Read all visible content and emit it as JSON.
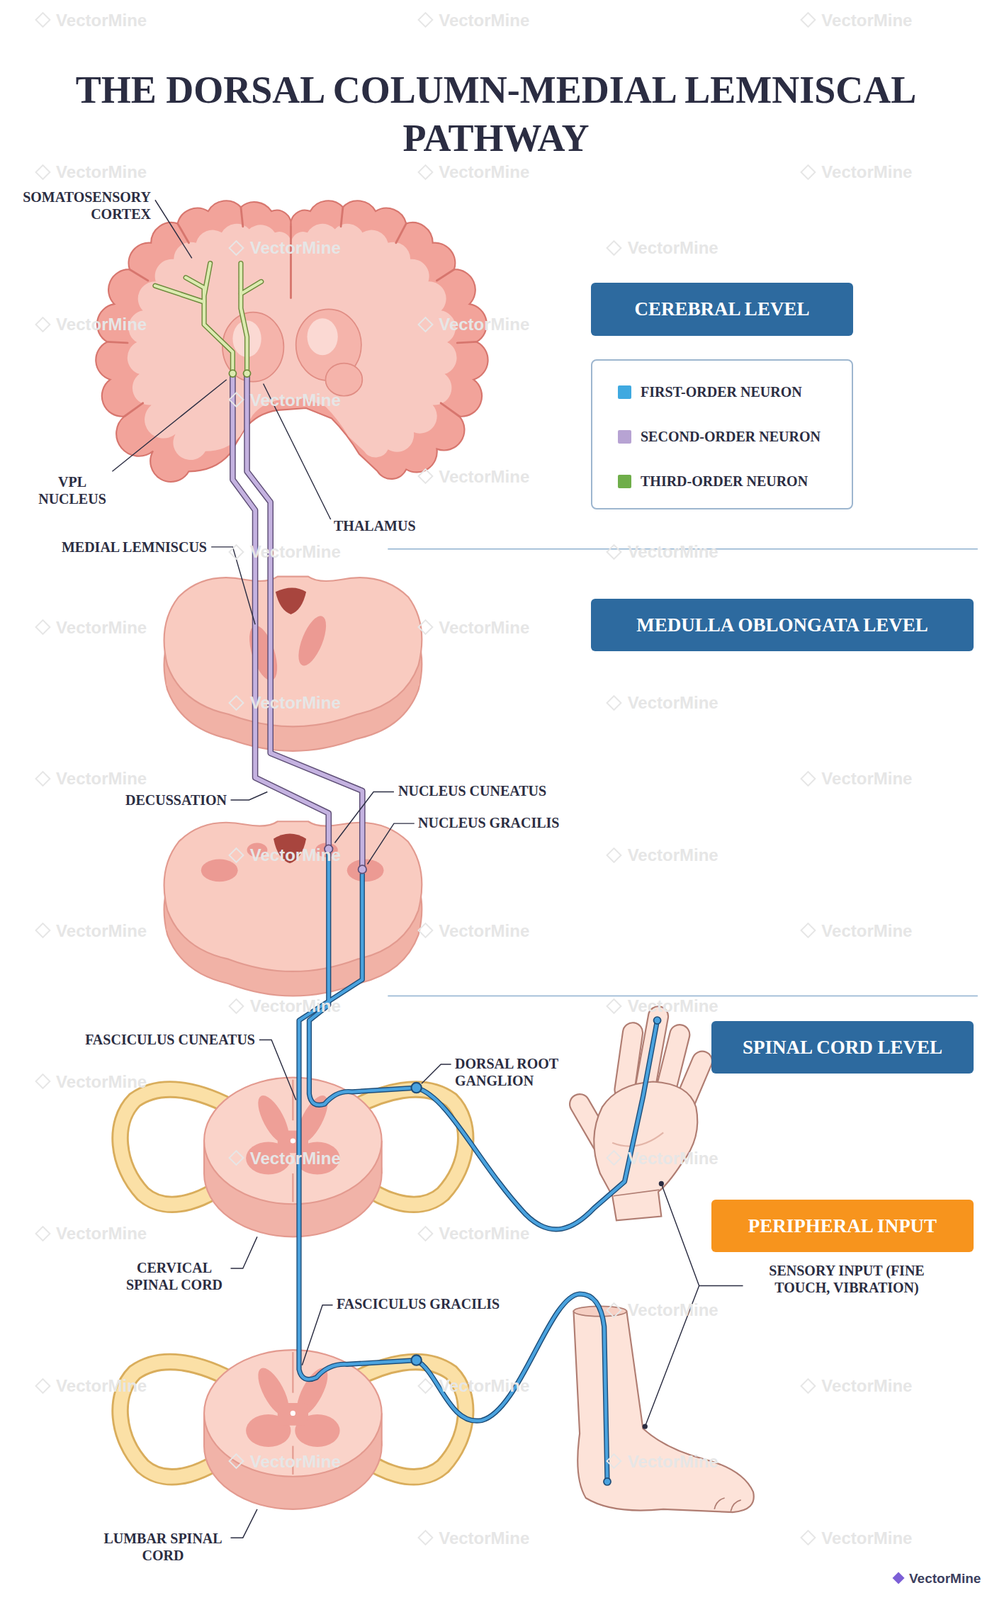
{
  "diagram": {
    "title": "THE DORSAL COLUMN-MEDIAL LEMNISCAL PATHWAY",
    "nodes": [
      {
        "text": [
          "CEREBRAL LEVEL"
        ]
      },
      {
        "text": [
          "MEDULLA OBLONGATA LEVEL"
        ]
      },
      {
        "text": [
          "SPINAL CORD LEVEL"
        ]
      },
      {
        "text": [
          "PERIPHERAL INPUT"
        ]
      }
    ],
    "labels": [
      "SOMATOSENSORY CORTEX",
      "VPL NUCLEUS",
      "THALAMUS",
      "MEDIAL LEMNISCUS",
      "DECUSSATION",
      "NUCLEUS CUNEATUS",
      "NUCLEUS GRACILIS",
      "FASCICULUS CUNEATUS",
      "DORSAL ROOT GANGLION",
      "CERVICAL SPINAL CORD",
      "FASCICULUS GRACILIS",
      "SENSORY INPUT (FINE TOUCH, VIBRATION)",
      "LUMBAR SPINAL CORD",
      "VectorMine",
      "VectorMine",
      "VectorMine",
      "VectorMine",
      "VectorMine",
      "VectorMine",
      "VectorMine",
      "VectorMine",
      "VectorMine",
      "VectorMine",
      "VectorMine",
      "VectorMine",
      "VectorMine",
      "VectorMine",
      "VectorMine",
      "VectorMine",
      "VectorMine",
      "VectorMine",
      "VectorMine",
      "VectorMine",
      "VectorMine",
      "VectorMine",
      "VectorMine",
      "VectorMine",
      "VectorMine",
      "VectorMine",
      "VectorMine",
      "VectorMine",
      "VectorMine",
      "VectorMine",
      "VectorMine",
      "VectorMine",
      "VectorMine",
      "VectorMine",
      "VectorMine",
      "VectorMine",
      "VectorMine",
      "VectorMine",
      "VectorMine",
      "VectorMine",
      "VectorMine"
    ],
    "legend": [
      {
        "text": "FIRST-ORDER NEURON",
        "color": "#3fa9e0"
      },
      {
        "text": "SECOND-ORDER NEURON",
        "color": "#b7a3d3"
      },
      {
        "text": "THIRD-ORDER NEURON",
        "color": "#6fae4a"
      }
    ]
  }
}
